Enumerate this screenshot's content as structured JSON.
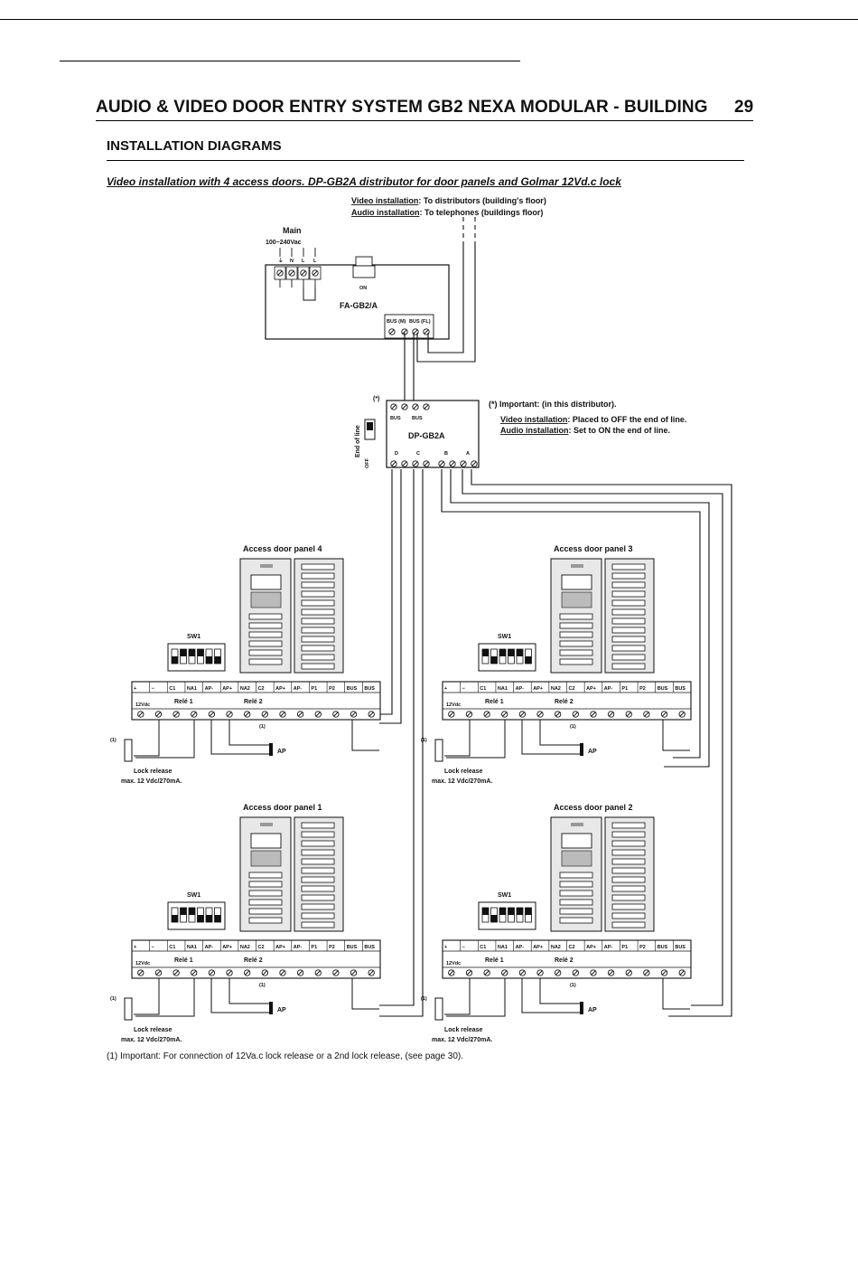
{
  "header": {
    "title": "AUDIO & VIDEO DOOR ENTRY SYSTEM GB2 NEXA MODULAR - BUILDING",
    "page_number": "29"
  },
  "section_title": "INSTALLATION DIAGRAMS",
  "subtitle": "Video installation with 4 access doors. DP-GB2A distributor for door panels and Golmar 12Vd.c lock",
  "top_note": {
    "video_label": "Video installation",
    "video_text": ": To distributors (building's floor)",
    "audio_label": "Audio installation",
    "audio_text": ": To telephones (buildings floor)"
  },
  "power_supply": {
    "name": "FA-GB2/A",
    "main_label": "Main",
    "voltage": "100~240Vac",
    "terminals": [
      "⏚",
      "N",
      "L",
      "L"
    ],
    "switch_label": "ON",
    "bus_labels": [
      "BUS (M)",
      "BUS (FL)"
    ]
  },
  "distributor": {
    "name": "DP-GB2A",
    "mark": "(*)",
    "bus_labels": [
      "BUS",
      "BUS"
    ],
    "out_labels": [
      "D",
      "C",
      "B",
      "A"
    ],
    "end_of_line": "End of line",
    "off_label": "OFF",
    "note_title": "(*) Important: (in this distributor).",
    "note_video_label": "Video installation",
    "note_video_text": ": Placed to OFF the end of line.",
    "note_audio_label": "Audio installation",
    "note_audio_text": ": Set to ON the end of line."
  },
  "terminal_labels": [
    "+",
    "−",
    "C1",
    "NA1",
    "AP-",
    "AP+",
    "NA2",
    "C2",
    "AP+",
    "AP-",
    "P1",
    "P2",
    "BUS",
    "BUS"
  ],
  "terminal_labels_alt": [
    "+",
    "−",
    "C1",
    "NA1",
    "AP-",
    "AP+",
    "NA2",
    "C2",
    "AP+",
    "AP-",
    "P1",
    "P2",
    "BUS",
    "BUS"
  ],
  "relay1": "Relé 1",
  "relay2": "Relé 2",
  "vdc": "12Vdc",
  "one_mark": "(1)",
  "sw_label": "SW1",
  "ap_label": "AP",
  "lock_release": "Lock release",
  "lock_max": "max. 12 Vdc/270mA.",
  "panels": [
    {
      "title": "Access door panel 4"
    },
    {
      "title": "Access door panel 3"
    },
    {
      "title": "Access door panel 1"
    },
    {
      "title": "Access door panel 2"
    }
  ],
  "footnote": "(1) Important: For connection of 12Va.c lock release or a 2nd lock release, (see page 30)."
}
